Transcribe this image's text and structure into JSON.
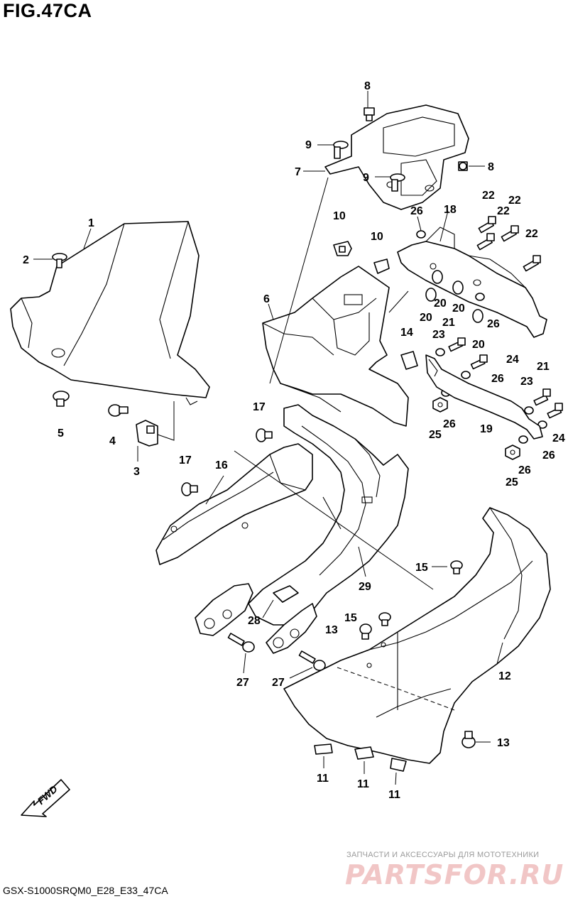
{
  "header": {
    "figure_title": "FIG.47CA"
  },
  "footer": {
    "model_code": "GSX-S1000SRQM0_E28_E33_47CA"
  },
  "watermark": {
    "subtitle": "ЗАПЧАСТИ И АКСЕССУАРЫ ДЛЯ МОТОТЕХНИКИ",
    "logo_text": "PARTSFOR.RU",
    "color": "#d65c5c"
  },
  "fwd_indicator": {
    "label": "FWD",
    "icon": "fwd-arrow-icon"
  },
  "part_labels": {
    "p1": "1",
    "p2": "2",
    "p3": "3",
    "p4": "4",
    "p5": "5",
    "p6": "6",
    "p7": "7",
    "p8a": "8",
    "p8b": "8",
    "p9a": "9",
    "p9b": "9",
    "p10a": "10",
    "p10b": "10",
    "p11a": "11",
    "p11b": "11",
    "p11c": "11",
    "p12": "12",
    "p13a": "13",
    "p13b": "13",
    "p14": "14",
    "p15a": "15",
    "p15b": "15",
    "p16": "16",
    "p17a": "17",
    "p17b": "17",
    "p18": "18",
    "p19": "19",
    "p20a": "20",
    "p20b": "20",
    "p20c": "20",
    "p20d": "20",
    "p21a": "21",
    "p21b": "21",
    "p22a": "22",
    "p22b": "22",
    "p22c": "22",
    "p22d": "22",
    "p23a": "23",
    "p23b": "23",
    "p24a": "24",
    "p24b": "24",
    "p25a": "25",
    "p25b": "25",
    "p26a": "26",
    "p26b": "26",
    "p26c": "26",
    "p26d": "26",
    "p26e": "26",
    "p26f": "26",
    "p27a": "27",
    "p27b": "27",
    "p28": "28",
    "p29": "29"
  }
}
